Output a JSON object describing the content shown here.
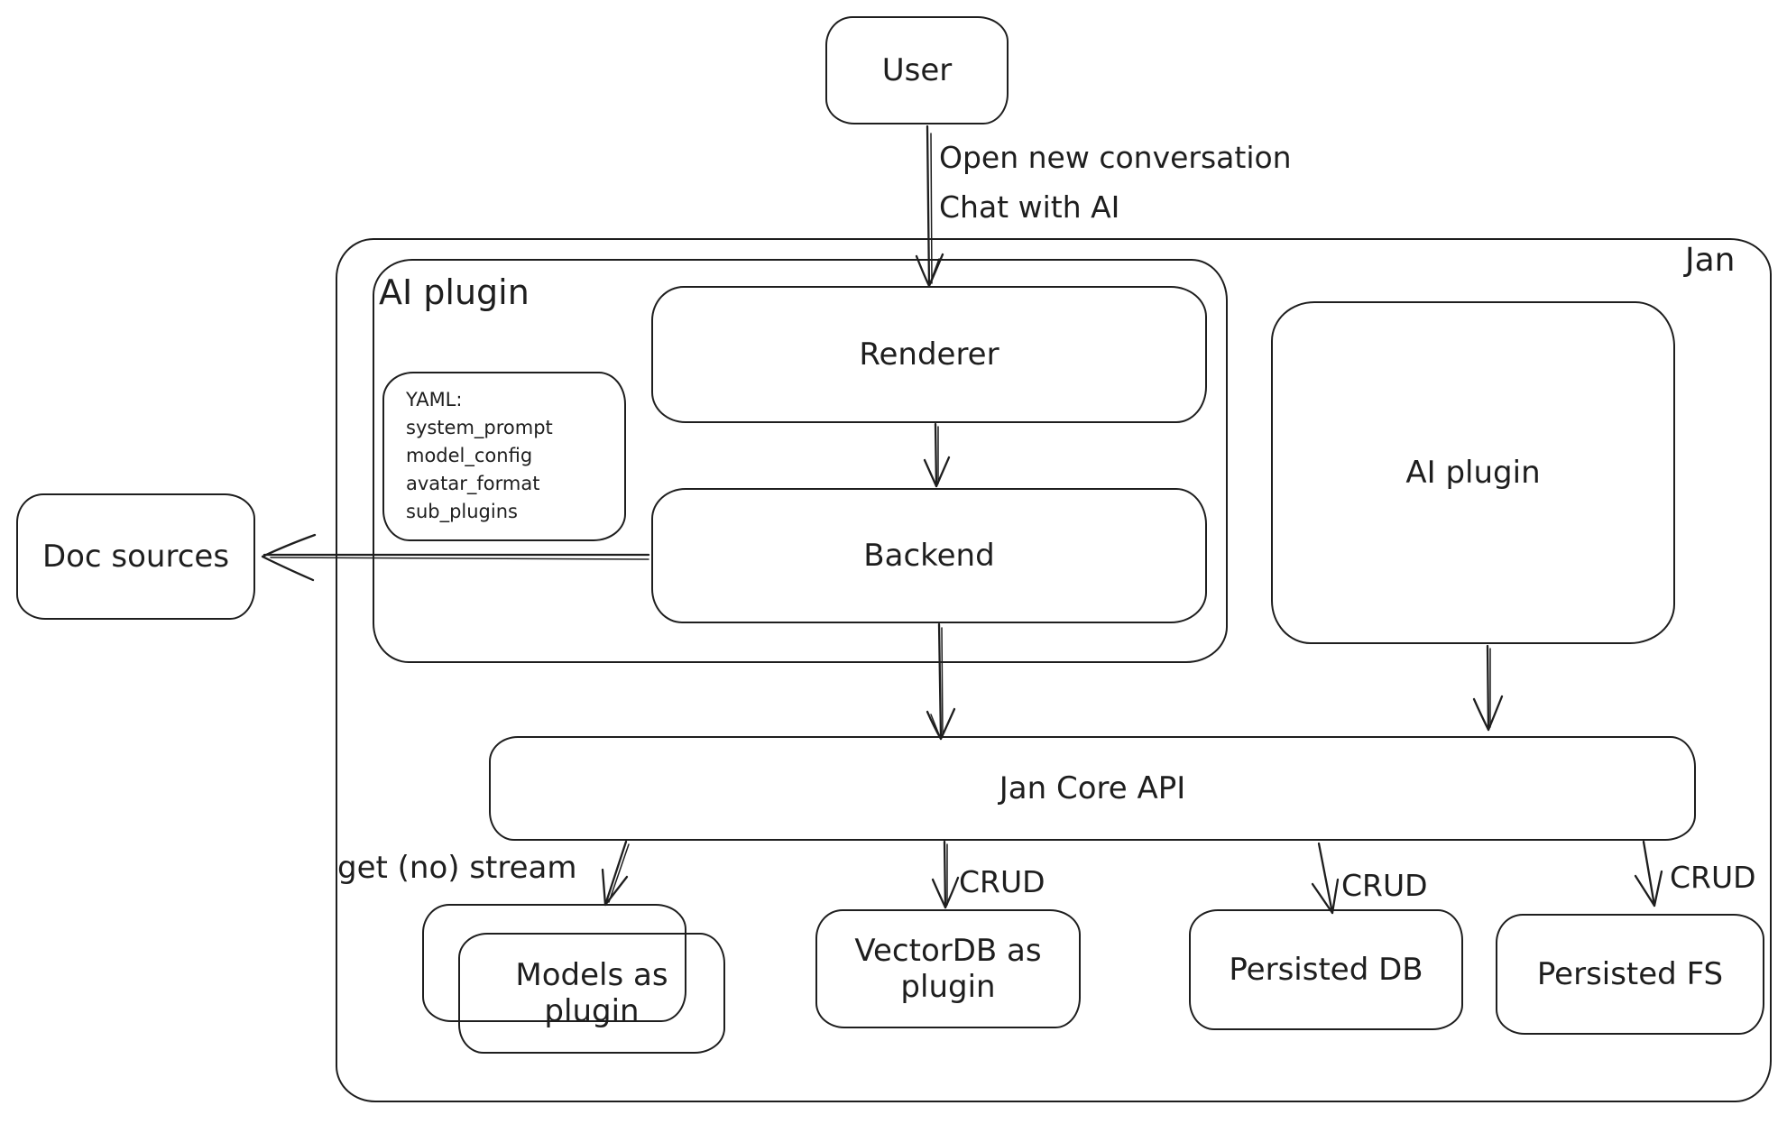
{
  "diagram": {
    "container_label": "Jan",
    "nodes": {
      "user": "User",
      "ai_plugin_group": "AI plugin",
      "renderer": "Renderer",
      "backend": "Backend",
      "ai_plugin_box": "AI plugin",
      "jan_core_api": "Jan Core API",
      "models_plugin": "Models as plugin",
      "vectordb_plugin": "VectorDB as plugin",
      "persisted_db": "Persisted DB",
      "persisted_fs": "Persisted FS",
      "doc_sources": "Doc sources"
    },
    "yaml_note": {
      "title": "YAML:",
      "lines": [
        "system_prompt",
        "model_config",
        "avatar_format",
        "sub_plugins"
      ]
    },
    "edge_labels": {
      "user_flow_line1": "Open new conversation",
      "user_flow_line2": "Chat with AI",
      "models_edge": "get (no) stream",
      "vectordb_edge": "CRUD",
      "persisted_db_edge": "CRUD",
      "persisted_fs_edge": "CRUD"
    },
    "colors": {
      "stroke": "#1e1e1e",
      "background": "#ffffff"
    }
  }
}
